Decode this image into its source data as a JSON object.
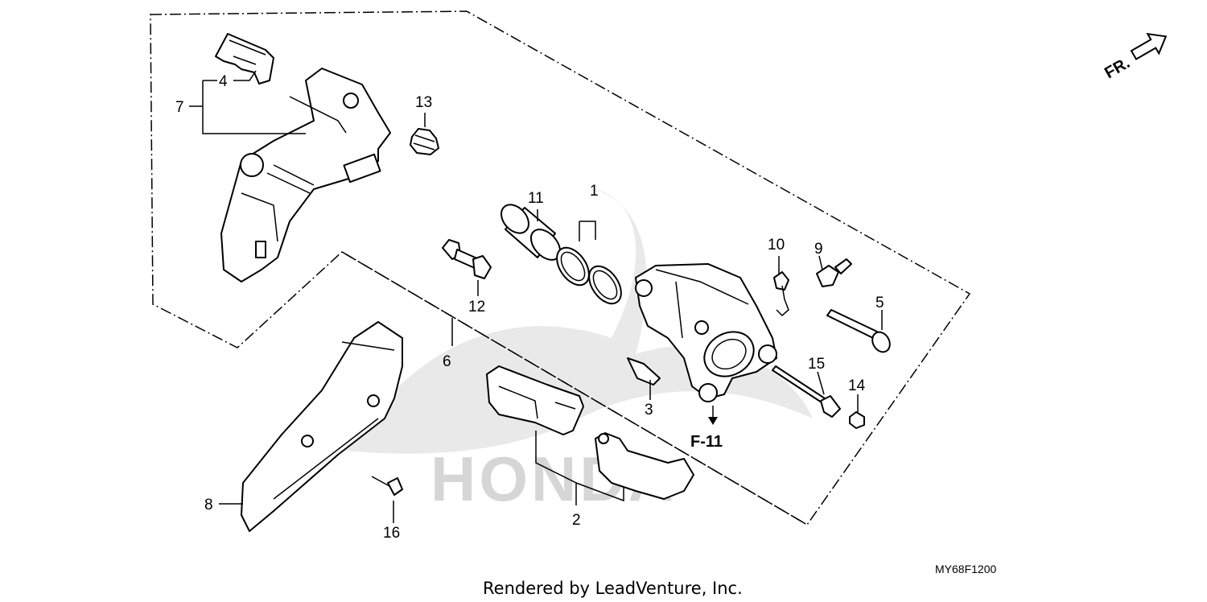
{
  "callouts": {
    "c1": "1",
    "c2": "2",
    "c3": "3",
    "c4": "4",
    "c5": "5",
    "c6": "6",
    "c7": "7",
    "c8": "8",
    "c9": "9",
    "c10": "10",
    "c11": "11",
    "c12": "12",
    "c13": "13",
    "c14": "14",
    "c15": "15",
    "c16": "16"
  },
  "reference": "F-11",
  "direction": "FR.",
  "diagram_code": "MY68F1200",
  "credit": "Rendered by LeadVenture, Inc.",
  "watermark": "HONDA"
}
